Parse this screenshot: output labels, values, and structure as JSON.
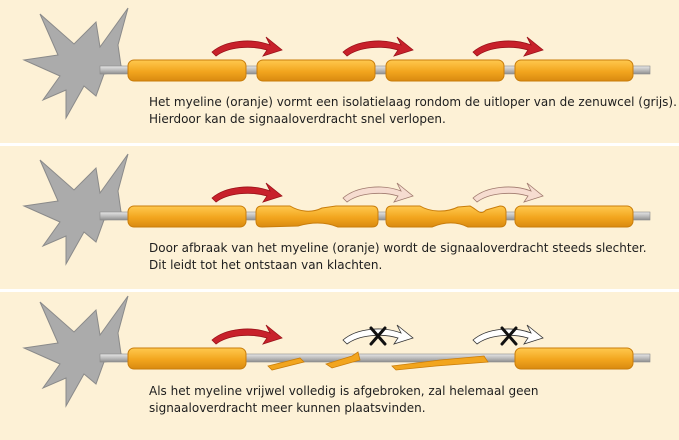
{
  "colors": {
    "background": "#fdf1d6",
    "neuron_gray": "#a9a9a9",
    "neuron_outline": "#8a8a8a",
    "myelin_orange": "#f2a51e",
    "myelin_outline": "#c97d0b",
    "signal_red": "#c8212b",
    "signal_faded": "#f3d3c6",
    "cross_mark": "#111111"
  },
  "panels": [
    {
      "state": "intact-myelin",
      "caption_lines": [
        "Het myeline (oranje) vormt een isolatielaag rondom de uitloper van de zenuwcel (grijs).",
        "Hierdoor kan de signaaloverdracht snel verlopen."
      ],
      "arrows": [
        "strong",
        "strong",
        "strong"
      ]
    },
    {
      "state": "degrading-myelin",
      "caption_lines": [
        "Door afbraak van het myeline (oranje) wordt de signaaloverdracht steeds slechter.",
        "Dit leidt tot het ontstaan van klachten."
      ],
      "arrows": [
        "strong",
        "faded",
        "faded"
      ]
    },
    {
      "state": "myelin-broken-down",
      "caption_lines": [
        "Als het myeline vrijwel volledig is afgebroken, zal helemaal geen",
        "signaaloverdracht meer kunnen plaatsvinden."
      ],
      "arrows": [
        "strong",
        "blocked",
        "blocked"
      ]
    }
  ]
}
